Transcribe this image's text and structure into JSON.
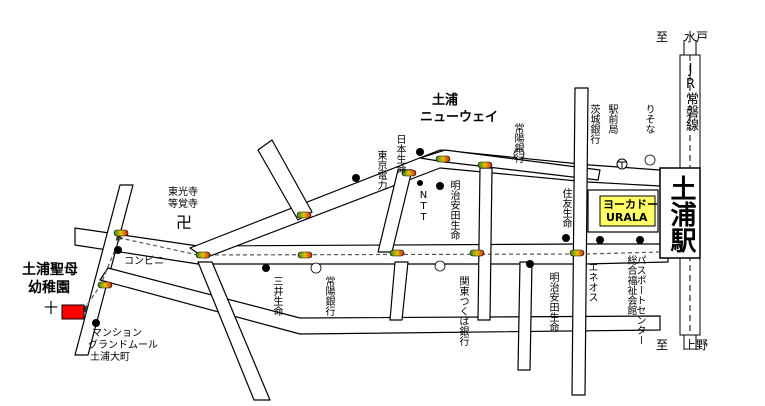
{
  "station": {
    "name": "土浦駅"
  },
  "jr_line": {
    "name": "JR常磐線"
  },
  "directions": {
    "north": {
      "prefix": "至",
      "name": "水戸"
    },
    "south": {
      "prefix": "至",
      "name": "上野"
    }
  },
  "new_way": {
    "line1": "土浦",
    "line2": "ニューウェイ"
  },
  "store": {
    "line1": "ヨーカドー",
    "line2": "URALA"
  },
  "kindergarten": {
    "line1": "土浦聖母",
    "line2": "幼稚園",
    "cross": "十"
  },
  "temple": {
    "name1": "東光寺",
    "name2": "等覚寺",
    "symbol": "卍"
  },
  "landmarks": {
    "tokyo_electric": "東京電力",
    "nihon_seimei": "日本生命",
    "meiji_yasuda_north": "明治安田生命",
    "ntt": "NTT",
    "joyo_north": "常陽銀行",
    "ibaraki_bank": "茨城銀行",
    "post_office": "駅前局",
    "resona": "りそな",
    "sumitomo": "住友生命",
    "convenience": "コンビニ",
    "mitsui": "三井生命",
    "joyo_south": "常陽銀行",
    "kanto_tsukuba": "関東つくば銀行",
    "meiji_yasuda_south": "明治安田生命",
    "eneos": "エネオス",
    "sougou_fukushi": "総合福祉会館",
    "passport": "パスポートセンター",
    "mansion1": "マンション",
    "mansion2": "グランドムール",
    "mansion3": "土浦大町"
  },
  "colors": {
    "road": "#000000",
    "kindergarten": "#ff0000",
    "route": "#555555"
  }
}
